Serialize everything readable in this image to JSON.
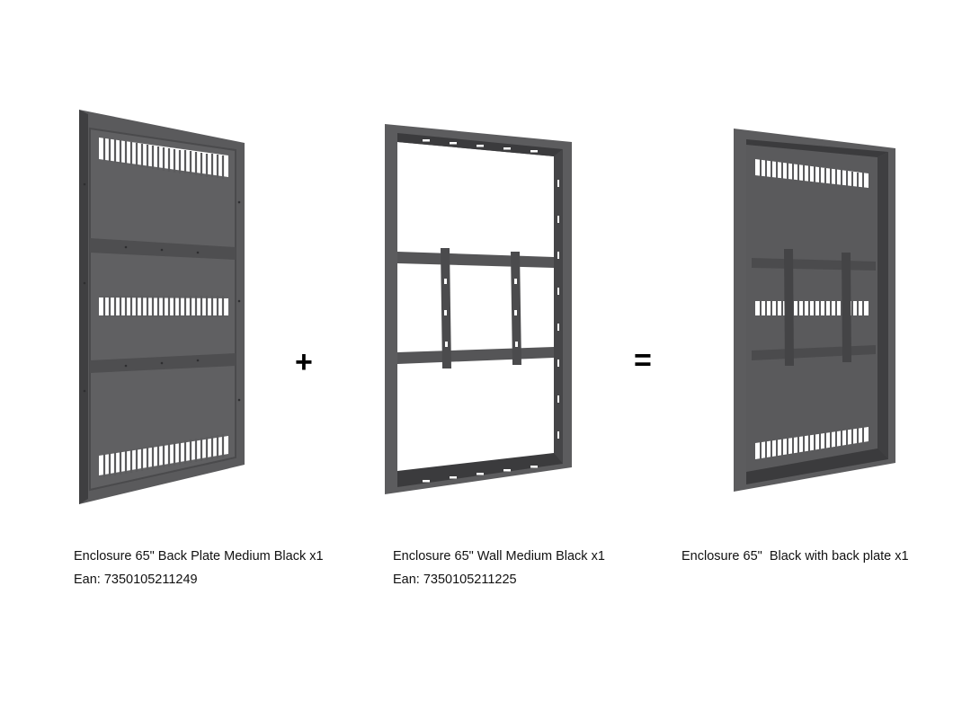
{
  "products": [
    {
      "name": "Enclosure 65\" Back Plate Medium Black x1",
      "ean": "Ean: 7350105211249"
    },
    {
      "name": "Enclosure 65\" Wall Medium Black x1",
      "ean": "Ean: 7350105211225"
    },
    {
      "name": "Enclosure 65\"  Black with back plate x1",
      "ean": ""
    }
  ],
  "operators": {
    "plus": "+",
    "equals": "="
  },
  "colors": {
    "metal_dark": "#4a4a4c",
    "metal_mid": "#5e5e60",
    "metal_light": "#6c6c6e",
    "vent": "#ffffff",
    "background": "#ffffff"
  }
}
